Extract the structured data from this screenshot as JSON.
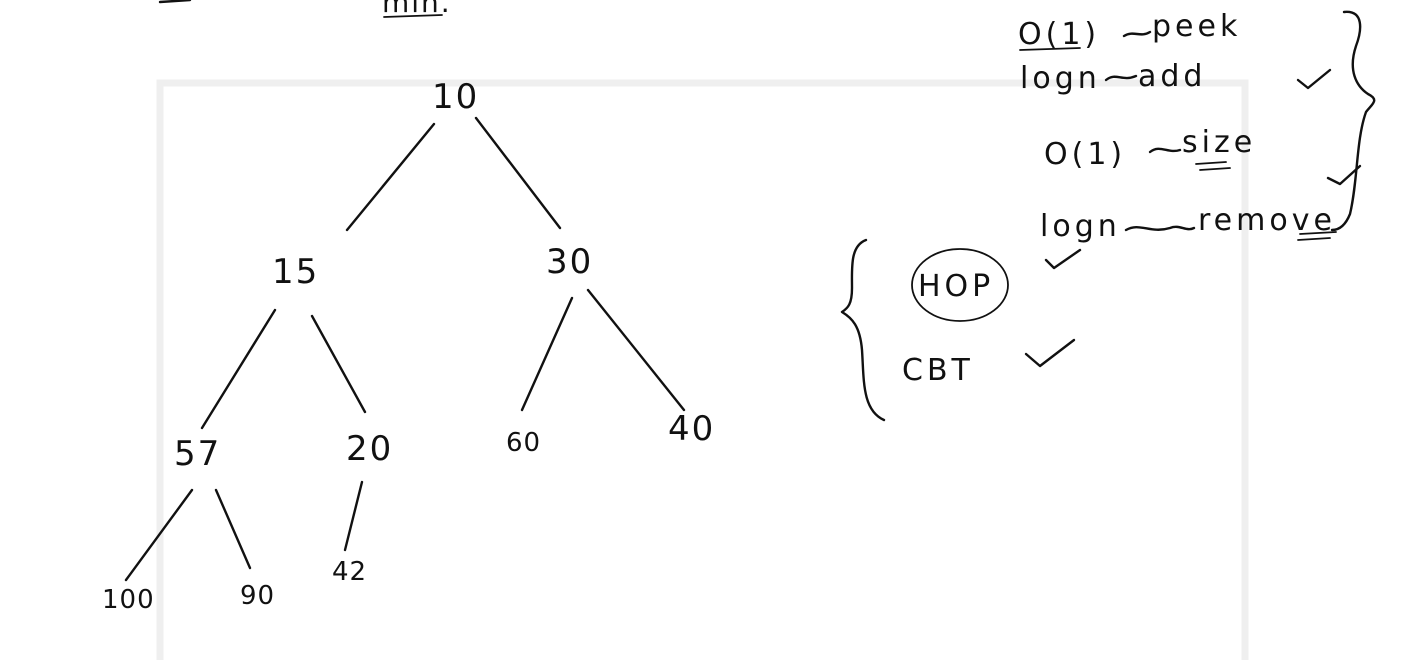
{
  "top_fragment": "min.",
  "tree": {
    "nodes": [
      {
        "id": "n10",
        "label": "10"
      },
      {
        "id": "n15",
        "label": "15"
      },
      {
        "id": "n30",
        "label": "30"
      },
      {
        "id": "n57",
        "label": "57"
      },
      {
        "id": "n20",
        "label": "20"
      },
      {
        "id": "n60",
        "label": "60"
      },
      {
        "id": "n40",
        "label": "40"
      },
      {
        "id": "n100",
        "label": "100"
      },
      {
        "id": "n90",
        "label": "90"
      },
      {
        "id": "n42",
        "label": "42"
      }
    ],
    "edges": [
      {
        "from": "10",
        "to": "15"
      },
      {
        "from": "10",
        "to": "30"
      },
      {
        "from": "15",
        "to": "57"
      },
      {
        "from": "15",
        "to": "20"
      },
      {
        "from": "30",
        "to": "60"
      },
      {
        "from": "30",
        "to": "40"
      },
      {
        "from": "57",
        "to": "100"
      },
      {
        "from": "57",
        "to": "90"
      },
      {
        "from": "20",
        "to": "42"
      }
    ]
  },
  "operations": [
    {
      "complexity": "O(1)",
      "operation": "peek"
    },
    {
      "complexity": "logn",
      "operation": "add"
    },
    {
      "complexity": "O(1)",
      "operation": "size"
    },
    {
      "complexity": "logn",
      "operation": "remove"
    }
  ],
  "properties": [
    {
      "label": "HOP",
      "circled": true
    },
    {
      "label": "CBT",
      "circled": false
    }
  ]
}
